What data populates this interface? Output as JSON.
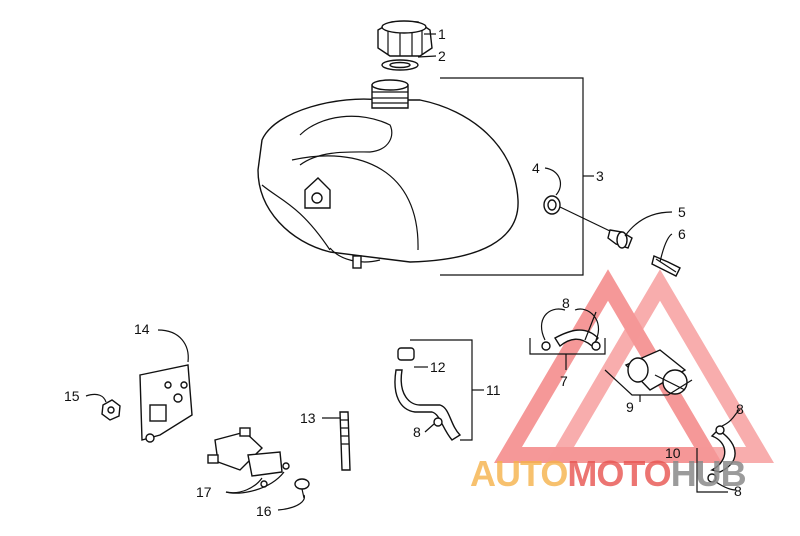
{
  "diagram": {
    "callouts": {
      "c1": "1",
      "c2": "2",
      "c3": "3",
      "c4": "4",
      "c5": "5",
      "c6": "6",
      "c7": "7",
      "c8a": "8",
      "c8b": "8",
      "c8c": "8",
      "c8d": "8",
      "c9": "9",
      "c10": "10",
      "c11": "11",
      "c12": "12",
      "c13": "13",
      "c14": "14",
      "c15": "15",
      "c16": "16",
      "c17": "17"
    }
  },
  "watermark": {
    "part1": "AUTO",
    "part2": "MOTO",
    "part3": "HUB",
    "color_orange": "#f6b24a",
    "color_red": "#e8534f",
    "color_gray": "#8a8a8a",
    "triangle_color": "#ee4444"
  }
}
